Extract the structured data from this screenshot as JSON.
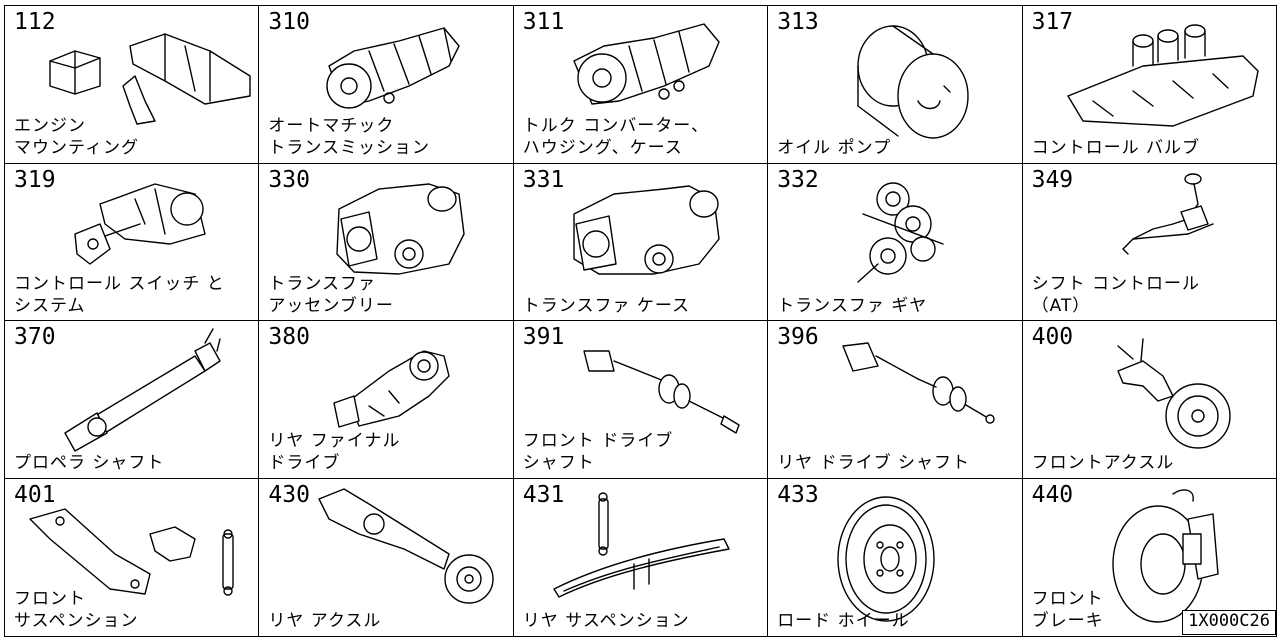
{
  "cells": [
    {
      "number": "112",
      "label": "エンジン\nマウンティング",
      "icon": "engine-mounting-icon"
    },
    {
      "number": "310",
      "label": "オートマチック\nトランスミッション",
      "icon": "automatic-transmission-icon"
    },
    {
      "number": "311",
      "label": "トルク コンバーター、\nハウジング、ケース",
      "icon": "torque-converter-housing-icon"
    },
    {
      "number": "313",
      "label": "オイル ポンプ",
      "icon": "oil-pump-icon"
    },
    {
      "number": "317",
      "label": "コントロール バルブ",
      "icon": "control-valve-icon"
    },
    {
      "number": "319",
      "label": "コントロール スイッチ と\nシステム",
      "icon": "control-switch-icon"
    },
    {
      "number": "330",
      "label": "トランスファ\nアッセンブリー",
      "icon": "transfer-assembly-icon"
    },
    {
      "number": "331",
      "label": "トランスファ ケース",
      "icon": "transfer-case-icon"
    },
    {
      "number": "332",
      "label": "トランスファ ギヤ",
      "icon": "transfer-gear-icon"
    },
    {
      "number": "349",
      "label": "シフト コントロール\n（AT）",
      "icon": "shift-control-icon"
    },
    {
      "number": "370",
      "label": "プロペラ シャフト",
      "icon": "propeller-shaft-icon"
    },
    {
      "number": "380",
      "label": "リヤ ファイナル\nドライブ",
      "icon": "rear-final-drive-icon"
    },
    {
      "number": "391",
      "label": "フロント ドライブ\nシャフト",
      "icon": "front-drive-shaft-icon"
    },
    {
      "number": "396",
      "label": "リヤ ドライブ シャフト",
      "icon": "rear-drive-shaft-icon"
    },
    {
      "number": "400",
      "label": "フロントアクスル",
      "icon": "front-axle-icon"
    },
    {
      "number": "401",
      "label": "フロント\nサスペンション",
      "icon": "front-suspension-icon"
    },
    {
      "number": "430",
      "label": "リヤ アクスル",
      "icon": "rear-axle-icon"
    },
    {
      "number": "431",
      "label": "リヤ サスペンション",
      "icon": "rear-suspension-icon"
    },
    {
      "number": "433",
      "label": "ロード ホイール",
      "icon": "road-wheel-icon"
    },
    {
      "number": "440",
      "label": "フロント\nブレーキ",
      "icon": "front-brake-icon"
    }
  ],
  "reference_code": "1X000C26"
}
